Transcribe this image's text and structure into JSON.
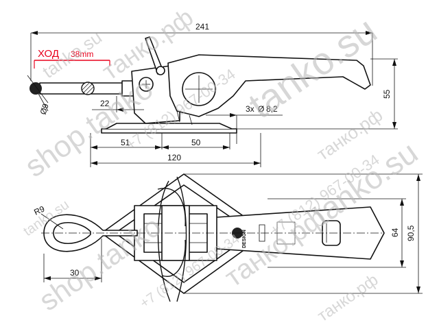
{
  "stroke_label": "ХОД",
  "stroke_value": "38mm",
  "colors": {
    "line": "#111111",
    "accent": "#e8001c",
    "watermark": "#b8b8b8"
  },
  "top_view": {
    "overall_length": "241",
    "height": "55",
    "offset": "22",
    "pin_diameter": "9",
    "dim_51": "51",
    "dim_50": "50",
    "base_length": "120",
    "holes": "3x",
    "hole_diameter": "8,2"
  },
  "bottom_view": {
    "radius": "R9",
    "dim_30": "30",
    "inner_width": "64",
    "outer_width": "90,5",
    "badge_text": "DESIGN"
  },
  "watermarks": [
    "tanko.su",
    "танко.рф",
    "shop.tanko",
    "+7 (812) 967-00-34",
    "tanko.su",
    "танко.рф",
    "+7 (812) 967-00-34",
    "танко.рф",
    "tanko.su",
    "tanko.su",
    "shop.tanko",
    "танко.рф",
    "+7 (812) 967-00-34"
  ]
}
